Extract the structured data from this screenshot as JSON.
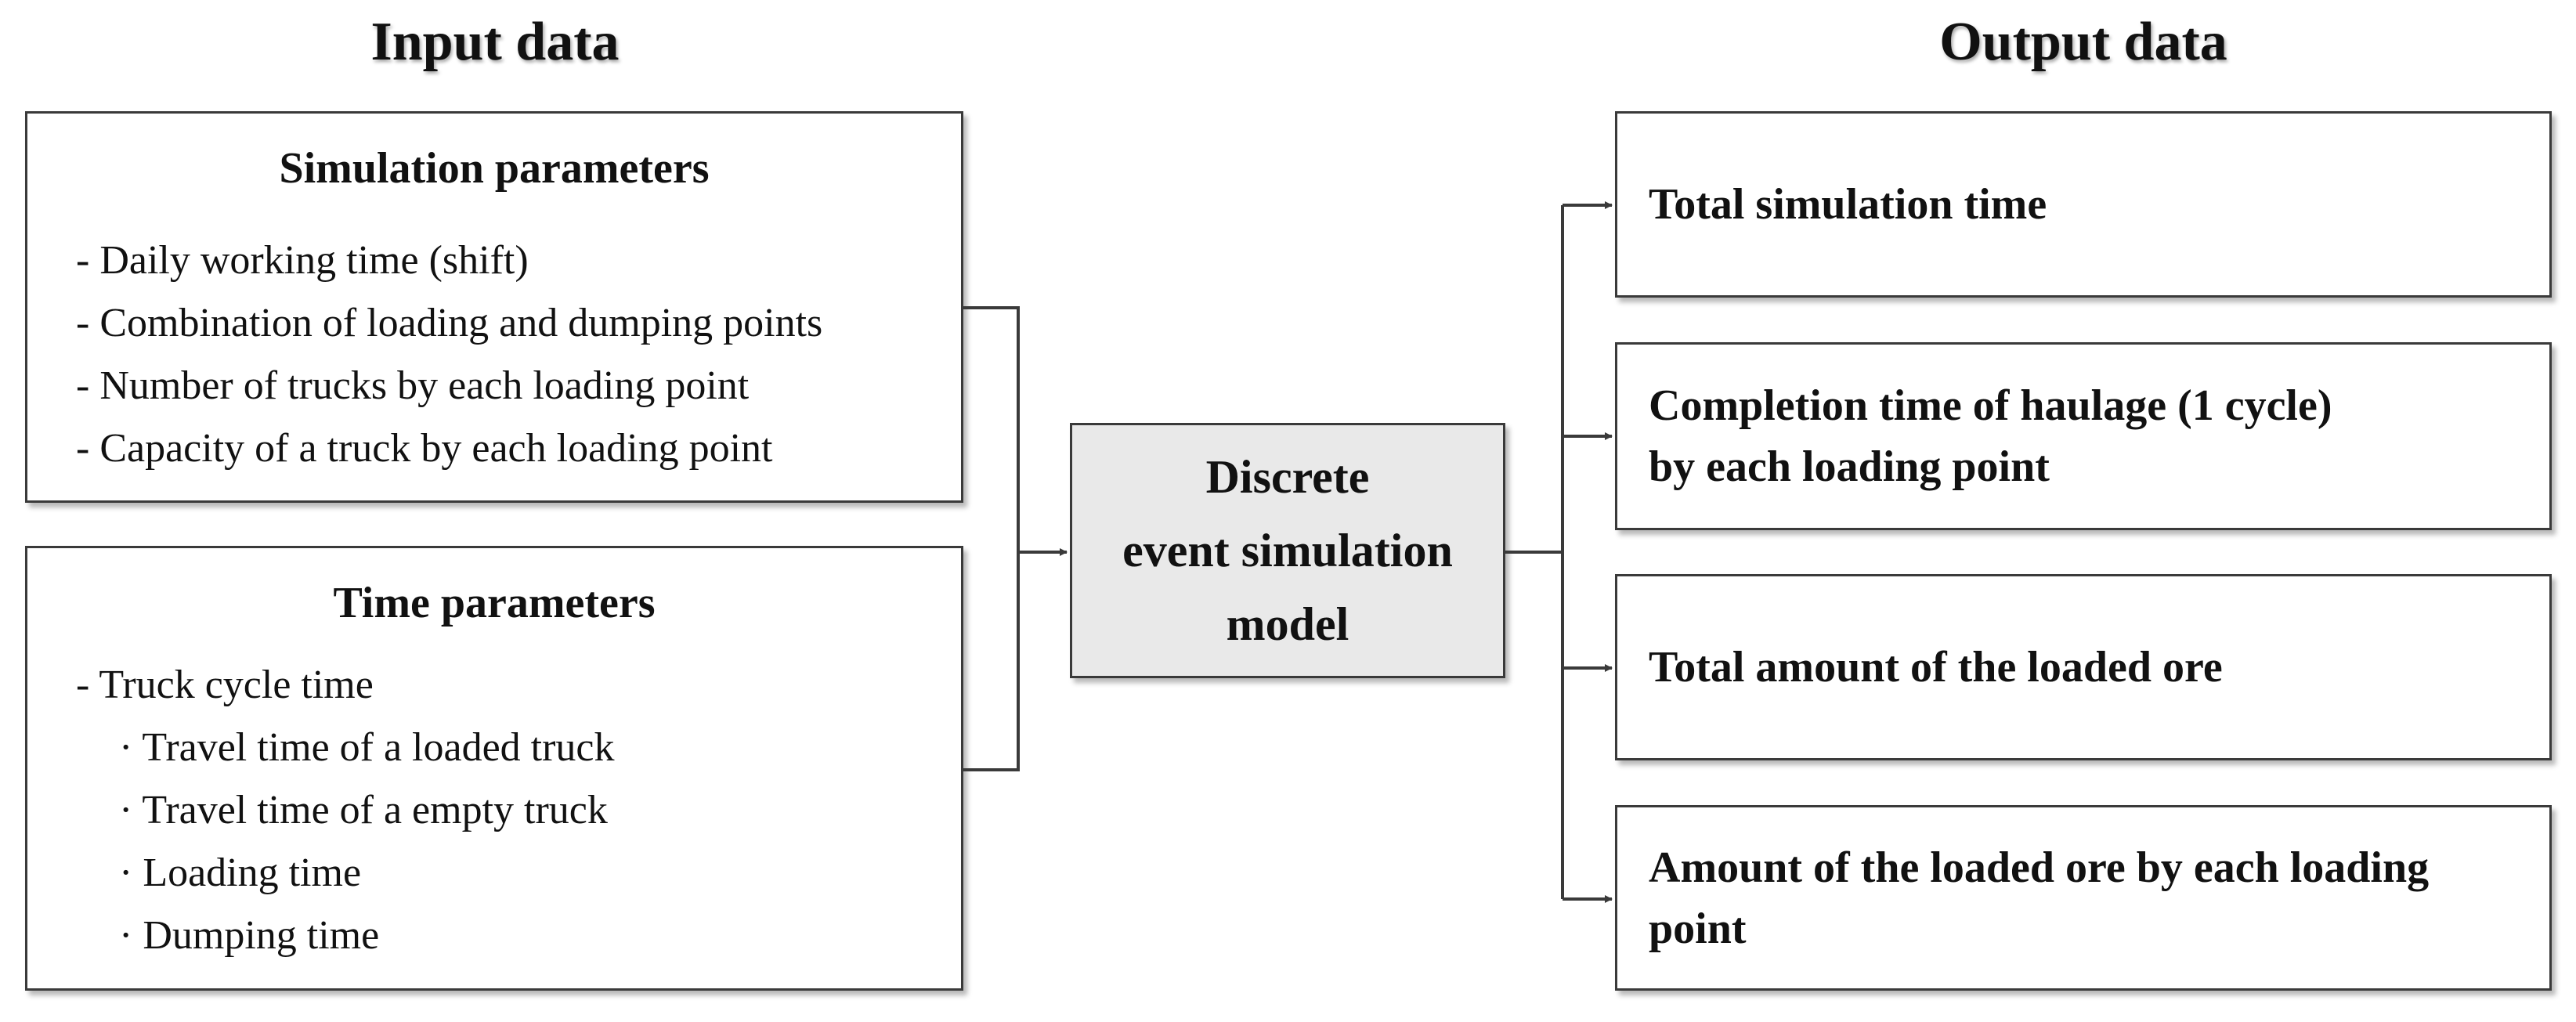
{
  "input_heading": "Input data",
  "output_heading": "Output data",
  "simulation_parameters": {
    "title": "Simulation parameters",
    "items": [
      "- Daily working time (shift)",
      "- Combination of loading and dumping points",
      "- Number of trucks by each loading point",
      "- Capacity of a truck by each loading point"
    ]
  },
  "time_parameters": {
    "title": "Time parameters",
    "items": [
      "- Truck cycle time",
      "· Travel time of a loaded truck",
      "· Travel time of a empty truck",
      "· Loading time",
      "· Dumping time"
    ]
  },
  "model": {
    "label": "Discrete\nevent simulation\nmodel",
    "fill_color": "#e9e9e9"
  },
  "outputs": [
    "Total simulation time",
    "Completion time of haulage (1 cycle)\nby each loading point",
    "Total amount of the loaded ore",
    "Amount of the loaded ore by each loading\npoint"
  ],
  "line_color": "#3a3a3a"
}
